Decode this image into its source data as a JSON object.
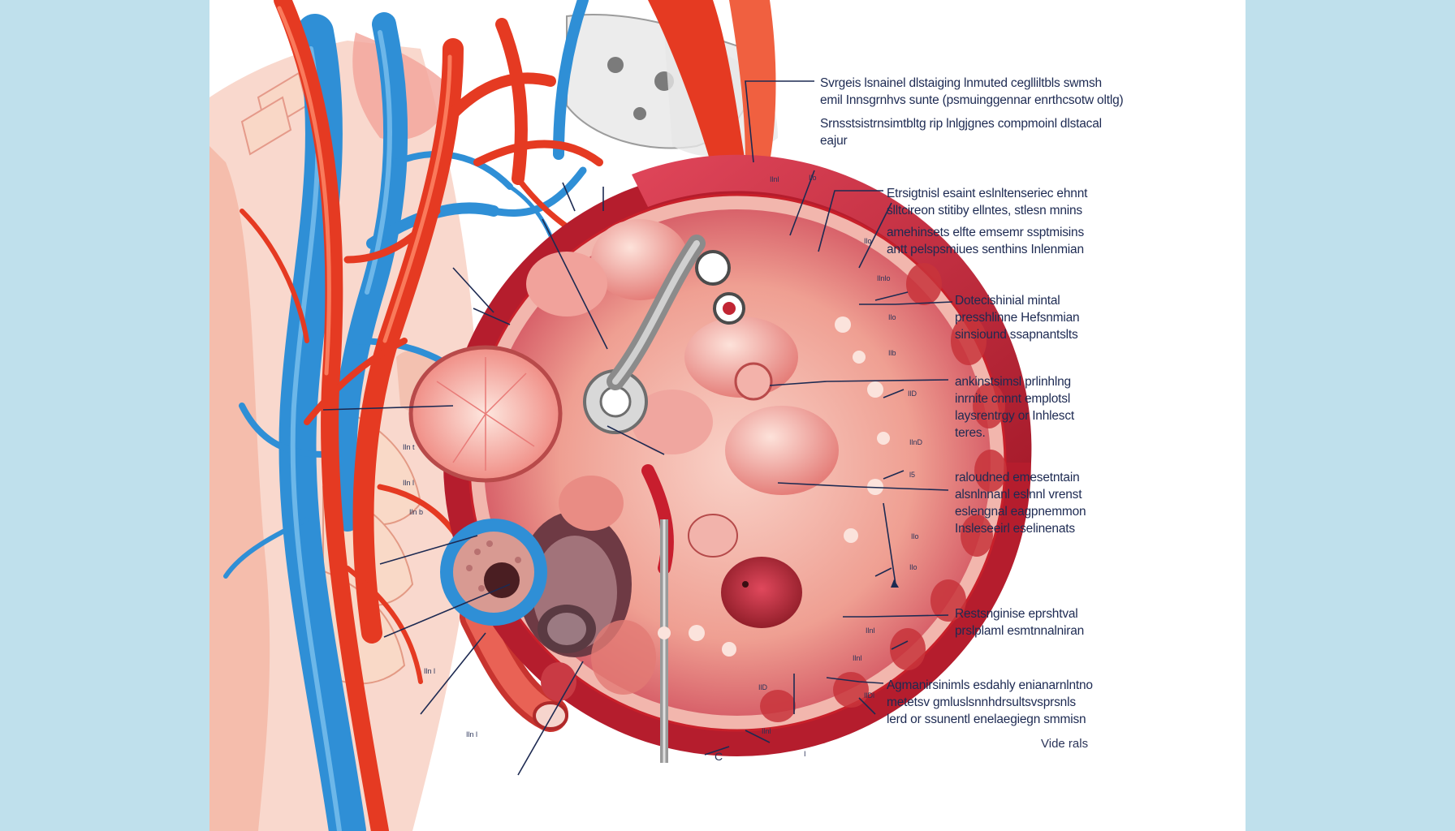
{
  "annotations": [
    {
      "id": "n1",
      "lines": [
        "Svrgeis lsnainel  dlstaiging lnmuted ceglliltbls swmsh",
        "emil Innsgrnhvs sunte (psmuinggennar enrthcsotw oltlg)"
      ]
    },
    {
      "id": "n2",
      "lines": [
        "Srnsstsistrnsimtbltg rip lnlgjgnes compmoinl dlstacal",
        "eajur"
      ]
    },
    {
      "id": "n3",
      "lines": [
        "Etrsigtnisl  esaint  eslnltenseriec ehnnt",
        "slltcireon stitiby ellntes, stlesn mnins"
      ]
    },
    {
      "id": "n4",
      "lines": [
        "amehinsets elfte emsemr ssptmisins",
        "antt pelspsmiues senthins Inlenmian"
      ]
    },
    {
      "id": "n5",
      "lines": [
        "Dotecishinial mintal",
        "presshlinne Hefsnmian",
        "sinsiound ssapnantslts"
      ]
    },
    {
      "id": "n6",
      "lines": [
        "ankinstsimsl prlinhlng",
        "inrnite cnnnt emplotsl",
        "laysrentrgy or Inhlesct",
        "teres."
      ]
    },
    {
      "id": "n7",
      "lines": [
        "raloudned emesetntain",
        "alsnlnnanl  eslnnl  vrenst",
        "eslengnal eagpnemmon",
        "Insleseeirl  eselinenats"
      ]
    },
    {
      "id": "n8",
      "lines": [
        "Restsnginise  eprshtval",
        "prslplaml  esmtnnalniran"
      ]
    },
    {
      "id": "n9",
      "lines": [
        "Agmanirsinimls  esdahly  enianarnlntno",
        "metetsv  gmluslsnnhdrsultsvsprsnls",
        "lerd or ssunentl enelaegiegn smmisn"
      ]
    }
  ],
  "ticks": {
    "t1": "Ilnl",
    "t2": "Ilo",
    "t3": "Ilo",
    "t4": "Ilnlo",
    "t5": "Ilo",
    "t6": "Ilb",
    "t7": "IlD",
    "t8": "IlnD",
    "t9": "l5",
    "t10": "Ilo",
    "t11": "Ilo",
    "t12": "Ilnl",
    "t13": "Ilnl",
    "t14": "IlDl",
    "t15": "Ilnl",
    "t16": "Iln t",
    "t17": "Iln l",
    "t18": "Iln b",
    "t19": "Iln l",
    "t20": "Iln l",
    "t21": "IlD",
    "t22": "I"
  },
  "caption": "Vide rals",
  "bottom_label": "C",
  "colors": {
    "vein": "#2f8fd6",
    "artery": "#e53a22",
    "tissue": "#f4b3a6",
    "ring": "#c8202a",
    "ink": "#1d2a52"
  }
}
